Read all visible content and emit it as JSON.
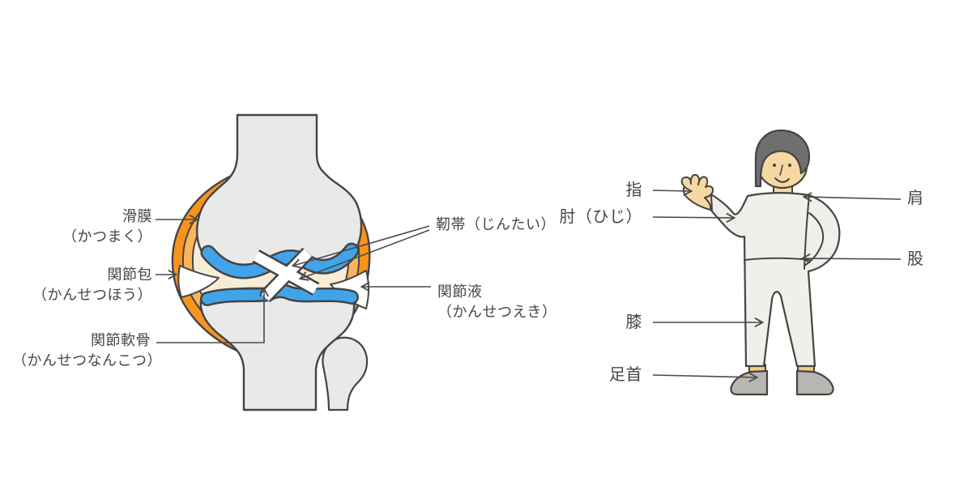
{
  "colors": {
    "outline": "#444444",
    "leader": "#4a4a4a",
    "text": "#464646",
    "capsule_outer": "#F7941E",
    "capsule_inner": "#FBB45C",
    "cavity": "#F7EDD6",
    "cartilage": "#42A4E8",
    "bone": "#E9E9E9",
    "white": "#FFFFFF",
    "skin": "#F6D9A2",
    "skin_dark": "#F2CB84",
    "hair": "#6F6F6F",
    "clothes": "#F0EFE9",
    "shoes": "#B9B6B2"
  },
  "joint_diagram": {
    "labels": {
      "synovium": {
        "term": "滑膜",
        "reading": "（かつまく）"
      },
      "capsule": {
        "term": "関節包",
        "reading": "（かんせつほう）"
      },
      "cartilage": {
        "term": "関節軟骨",
        "reading": "（かんせつなんこつ）"
      },
      "ligament": {
        "term": "靭帯（じんたい）",
        "reading": ""
      },
      "fluid": {
        "term": "関節液",
        "reading": "（かんせつえき）"
      }
    }
  },
  "body_figure": {
    "labels": {
      "finger": "指",
      "elbow": "肘（ひじ）",
      "shoulder": "肩",
      "hip": "股",
      "knee": "膝",
      "ankle": "足首"
    }
  }
}
